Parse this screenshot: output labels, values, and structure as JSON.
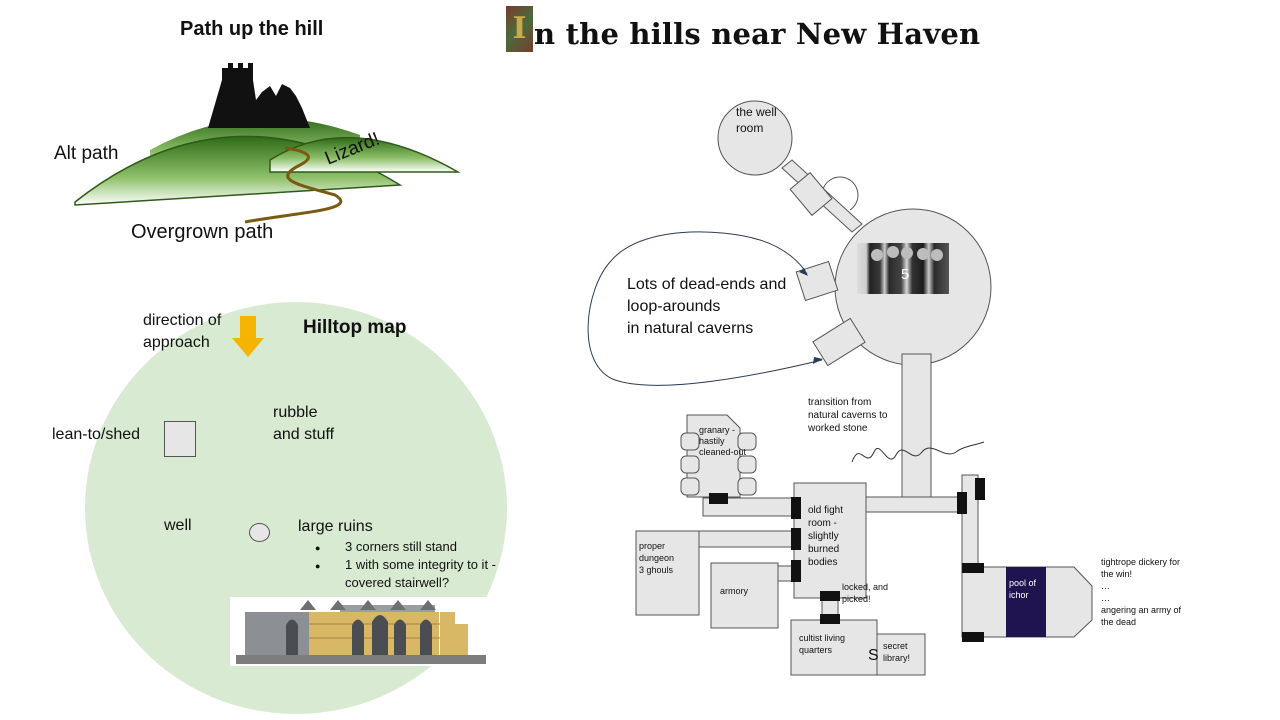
{
  "title": {
    "dropcap": "I",
    "text": "n the hills near New Haven"
  },
  "path_panel": {
    "heading": "Path up the hill",
    "alt_path": "Alt path",
    "lizard": "Lizard!",
    "overgrown_path": "Overgrown path"
  },
  "hilltop": {
    "heading": "Hilltop map",
    "direction": "direction of\napproach",
    "lean_to": "lean-to/shed",
    "rubble": "rubble\nand stuff",
    "well": "well",
    "large_ruins": "large ruins",
    "bullets": [
      "3 corners still stand",
      "1 with some integrity to it - covered stairwell?"
    ]
  },
  "dungeon": {
    "well_room": "the well\nroom",
    "caverns_note": "Lots of dead-ends and\nloop-arounds\nin natural caverns",
    "photo_label": "5",
    "transition": "transition from\nnatural caverns to\nworked stone",
    "granary": "granary -\nhastily\ncleaned-out",
    "old_fight": "old fight\nroom -\nslightly\nburned\nbodies",
    "proper_dungeon": "proper\ndungeon\n3 ghouls",
    "armory": "armory",
    "locked": "locked, and\npicked!",
    "cultist": "cultist living\nquarters",
    "s_marker": "S",
    "secret_library": "secret\nlibrary!",
    "pool": "pool of\nichor",
    "tightrope": "tightrope dickery for\nthe win!\n…\n…\nangering an army of\nthe dead"
  },
  "colors": {
    "room_fill": "#e6e6e6",
    "hill_green": "#4f8a2c",
    "hilltop_circle": "#d9ead3",
    "arrow": "#f5b400",
    "pool": "#1f1450",
    "path_brown": "#7a5a12"
  }
}
